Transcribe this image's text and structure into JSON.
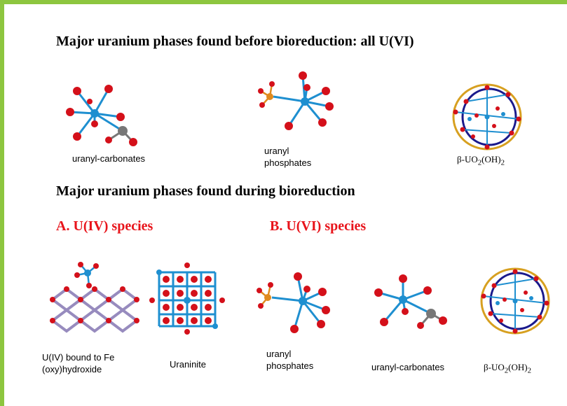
{
  "headings": {
    "before": "Major uranium phases found before bioreduction: all U(VI)",
    "during": "Major uranium phases found during bioreduction"
  },
  "subheadings": {
    "a": "A. U(IV) species",
    "b": "B. U(VI) species"
  },
  "labels": {
    "carbonates_top": "uranyl-carbonates",
    "phosphates_top_1": "uranyl",
    "phosphates_top_2": "phosphates",
    "beta_top": {
      "prefix": "β-UO",
      "sub1": "2",
      "mid": "(OH)",
      "sub2": "2"
    },
    "u4_fe_1": "U(IV) bound to Fe",
    "u4_fe_2": "(oxy)hydroxide",
    "uraninite": "Uraninite",
    "phosphates_bot_1": "uranyl",
    "phosphates_bot_2": "phosphates",
    "carbonates_bot": "uranyl-carbonates",
    "beta_bot": {
      "prefix": "β-UO",
      "sub1": "2",
      "mid": "(OH)",
      "sub2": "2"
    }
  },
  "colors": {
    "frame": "#8dc63f",
    "oxygen": "#d4101a",
    "uranium": "#1e8fd0",
    "carbon": "#777777",
    "phosphorus": "#e08a1e",
    "iron": "#8c7fb8",
    "ring_outer": "#d7a020",
    "ring_inner": "#1a1a8c",
    "red_text": "#e8141b"
  }
}
